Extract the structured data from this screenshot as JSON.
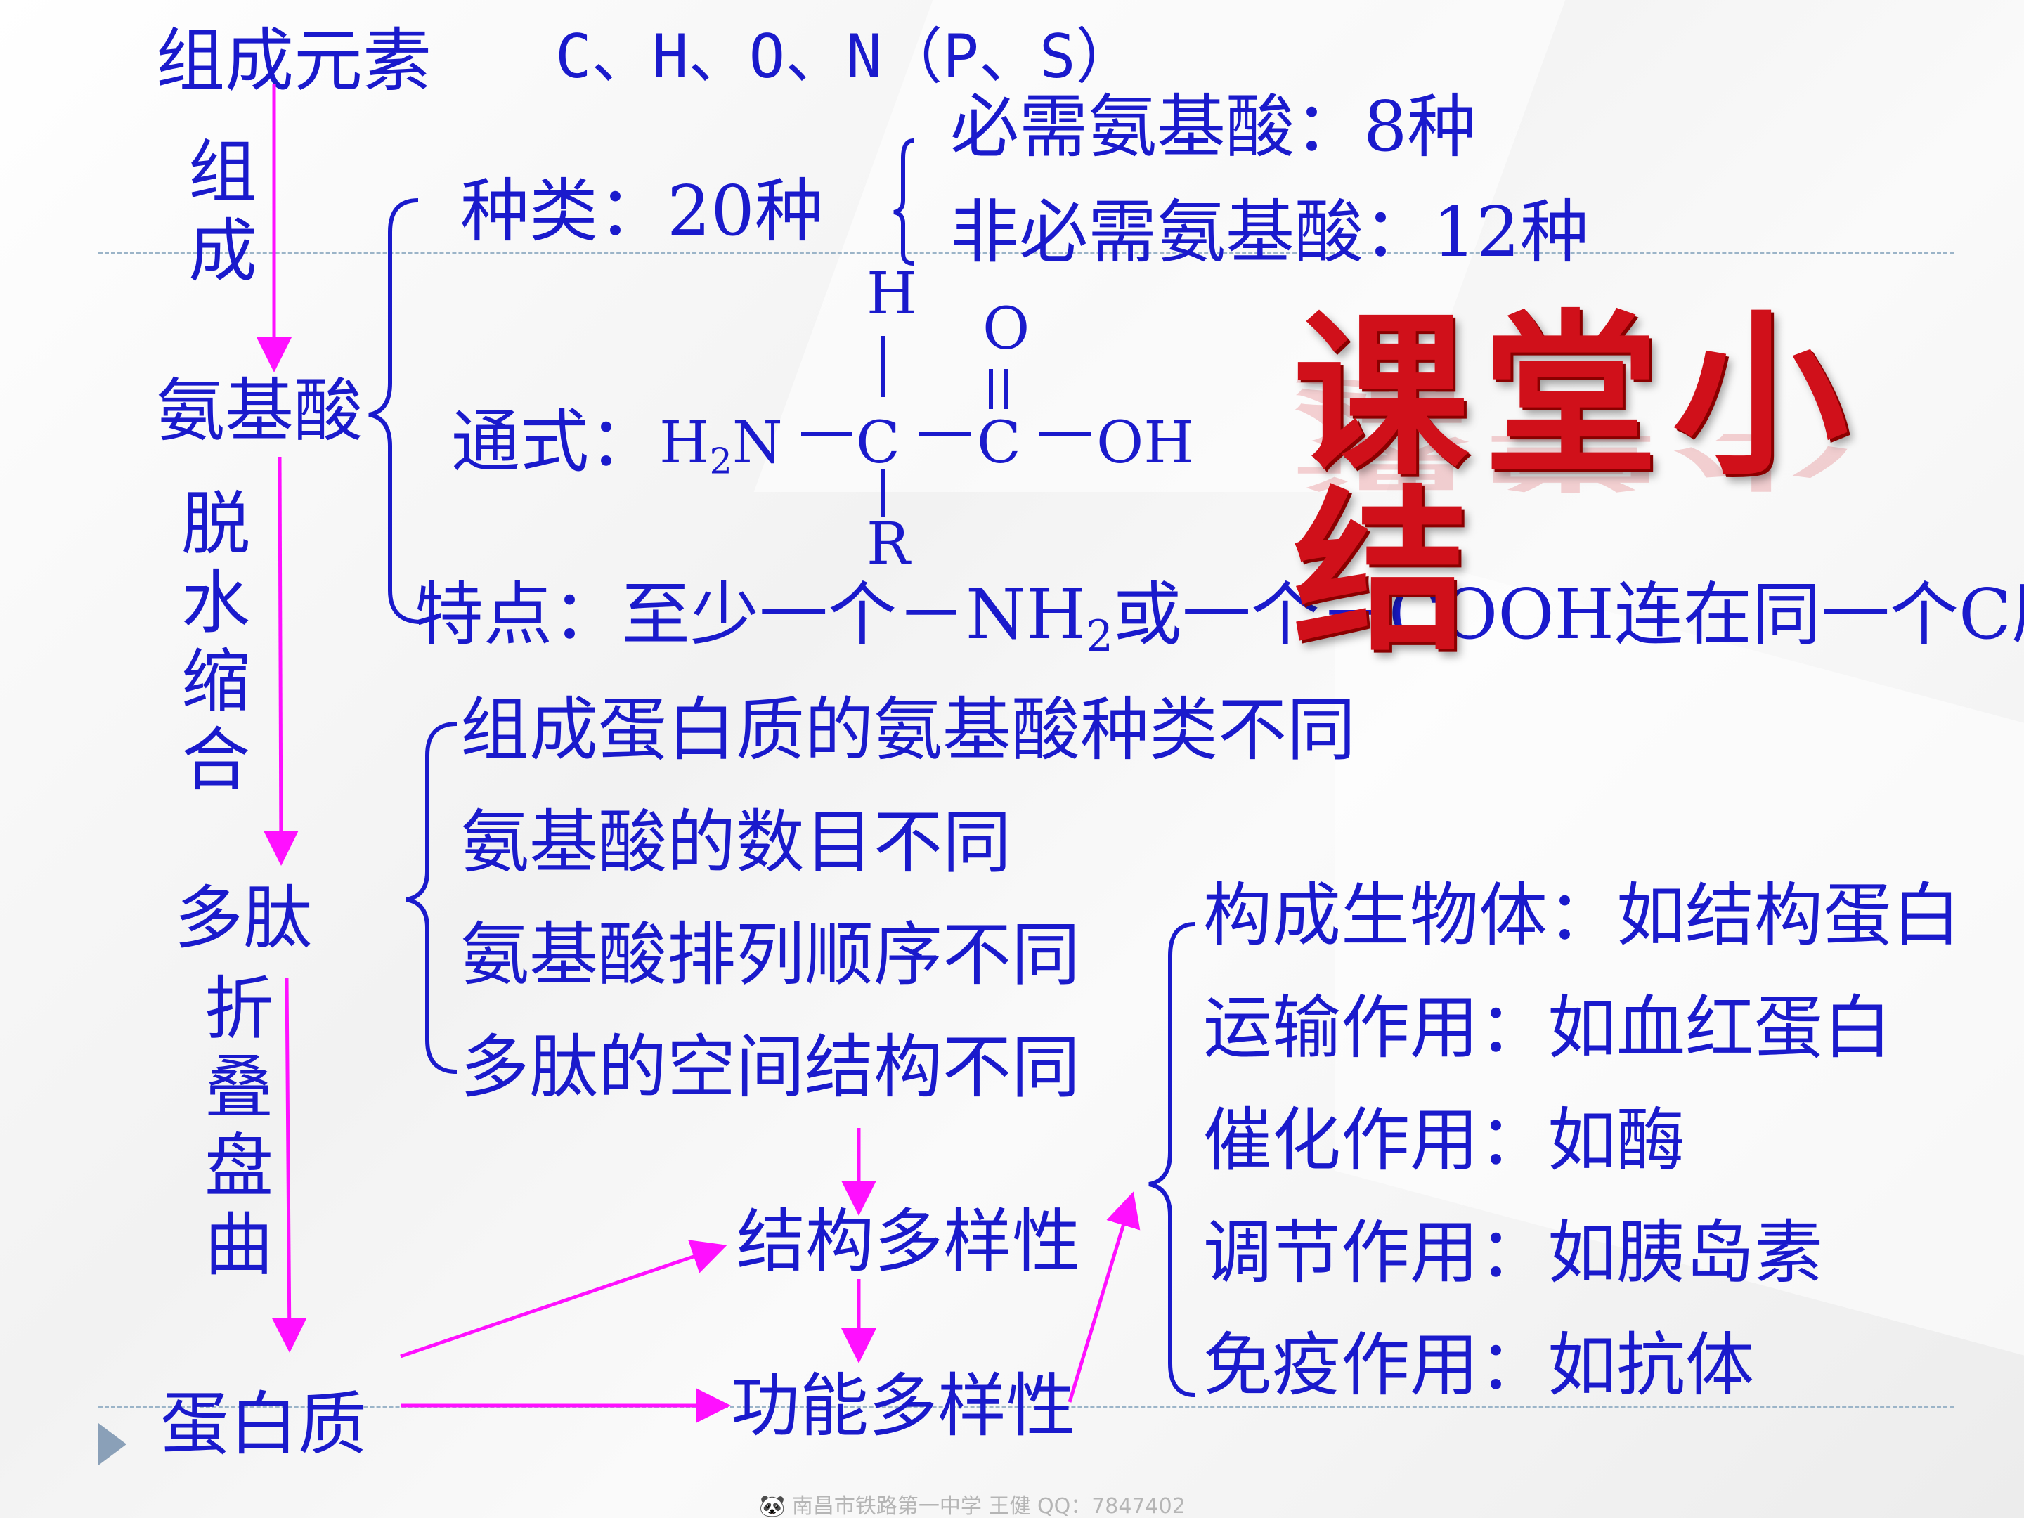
{
  "title": "课堂小结",
  "flow": {
    "elements_label": "组成元素",
    "elements_value": "C、H、O、N（P、S）",
    "edge1": "组成",
    "amino_acid": "氨基酸",
    "edge2": "脱水缩合",
    "polypeptide": "多肽",
    "edge3": "折叠盘曲",
    "protein": "蛋白质"
  },
  "amino": {
    "types": "种类：20种",
    "essential": "必需氨基酸：8种",
    "nonessential": "非必需氨基酸：12种",
    "formula_label": "通式：",
    "h2n_sub": "2",
    "h2n_n": "N",
    "atom_h": "H",
    "atom_o": "O",
    "atom_c": "C",
    "oh": "OH",
    "atom_r": "R",
    "feature_a": "特点：至少一个－NH",
    "feature_sub": "2",
    "feature_b": "或一个－COOH连在同一个C原子上"
  },
  "causes": [
    "组成蛋白质的氨基酸种类不同",
    "氨基酸的数目不同",
    "氨基酸排列顺序不同",
    "多肽的空间结构不同"
  ],
  "diversity": {
    "structure": "结构多样性",
    "function": "功能多样性"
  },
  "functions": [
    "构成生物体：如结构蛋白",
    "运输作用：如血红蛋白",
    "催化作用：如酶",
    "调节作用：如胰岛素",
    "免疫作用：如抗体"
  ],
  "footer": "南昌市铁路第一中学  王健    QQ：7847402",
  "colors": {
    "text": "#1a1acc",
    "arrow": "#ff10ff",
    "title": "#d0101a"
  }
}
